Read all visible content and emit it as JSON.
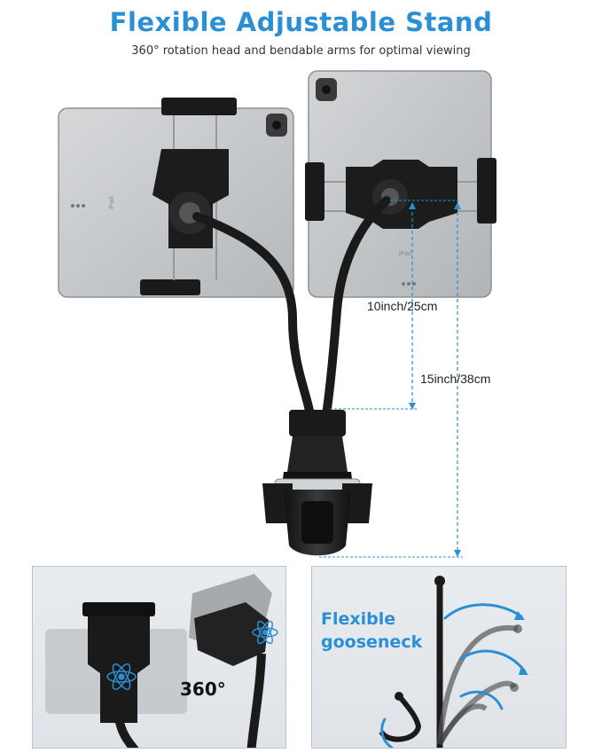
{
  "header": {
    "title": "Flexible Adjustable Stand",
    "subtitle": "360° rotation head and bendable arms for optimal viewing"
  },
  "dimensions": {
    "short": "10inch/25cm",
    "long": "15inch/38cm"
  },
  "tablet_brand": "iPad",
  "panel_left": {
    "label": "360°"
  },
  "panel_right": {
    "line1": "Flexible",
    "line2": "gooseneck"
  },
  "colors": {
    "accent": "#2b8fd6",
    "title_text": "#2b8fd6",
    "dark": "#1a1a1a",
    "tablet": "#c9cbcd"
  }
}
